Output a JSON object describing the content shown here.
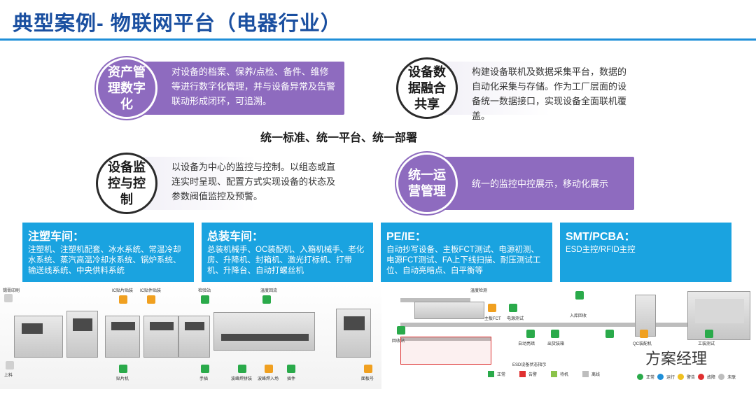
{
  "title": "典型案例- 物联网平台（电器行业）",
  "features": [
    {
      "circle": "资产管理数字化",
      "desc": "对设备的档案、保养/点检、备件、维修等进行数字化管理，并与设备异常及告警联动形成闭环，可追溯。"
    },
    {
      "circle": "设备数据融合共享",
      "desc": "构建设备联机及数据采集平台，数据的自动化采集与存储。作为工厂层面的设备统一数据接口，实现设备全面联机覆盖。"
    },
    {
      "circle": "设备监控与控制",
      "desc": "以设备为中心的监控与控制。以组态或直连实时呈现、配置方式实现设备的状态及参数阀值监控及预警。"
    },
    {
      "circle": "统一运营管理",
      "desc": "统一的监控中控展示，移动化展示"
    }
  ],
  "center_text": "统一标准、统一平台、统一部署",
  "zones": [
    {
      "title": "注塑车间：",
      "body": "注塑机、注塑机配套、冰水系统、常温冷却水系统、蒸汽高温冷却水系统、锅炉系统、输送线系统、中央供料系统"
    },
    {
      "title": "总装车间：",
      "body": "总装机械手、OC装配机、入箱机械手、老化房、升降机、封箱机、激光打标机、打带机、升降台、自动打螺丝机"
    },
    {
      "title": "PE/IE：",
      "body": "自动抄写设备、主板FCT测试、电源初测、电源FCT测试、FA上下线扫描、耐压测试工位、自动亮暗点、白平衡等"
    },
    {
      "title": "SMT/PCBA：",
      "body": "ESD主控/RFID主控"
    }
  ],
  "left_labels": {
    "top_left": "锡膏印刷",
    "ic1": "IC贴片贴装",
    "ic2": "IC贴件贴装",
    "check": "检验站",
    "reflow": "温度回流",
    "stick": "贴片机",
    "hand": "手插",
    "wave1": "波峰焊拼装",
    "wave2": "波峰焊入场",
    "insert": "插件",
    "panel": "面板号",
    "up": "上料"
  },
  "right_labels": {
    "r1": "回收站",
    "r2": "温度检测",
    "r3": "主板FCT",
    "r4": "电源测试",
    "r5": "自动亮暗",
    "r6": "QC装配机",
    "r7": "工装测试",
    "r8": "出货装箱",
    "r9": "入库回收",
    "r10": "ESD设备状态指示",
    "r11": "正常",
    "r12": "告警",
    "r13": "待机",
    "r14": "离线"
  },
  "legend_left": [
    "正常",
    "告警",
    "待机",
    "离线"
  ],
  "legend_right": [
    "正常",
    "运行",
    "警告",
    "故障",
    "未联"
  ],
  "colors": {
    "accent": "#1f8fd8",
    "purple": "#8e6bbf",
    "zone": "#1aa3e0",
    "title": "#1a4fa0"
  },
  "watermark": "方案经理"
}
